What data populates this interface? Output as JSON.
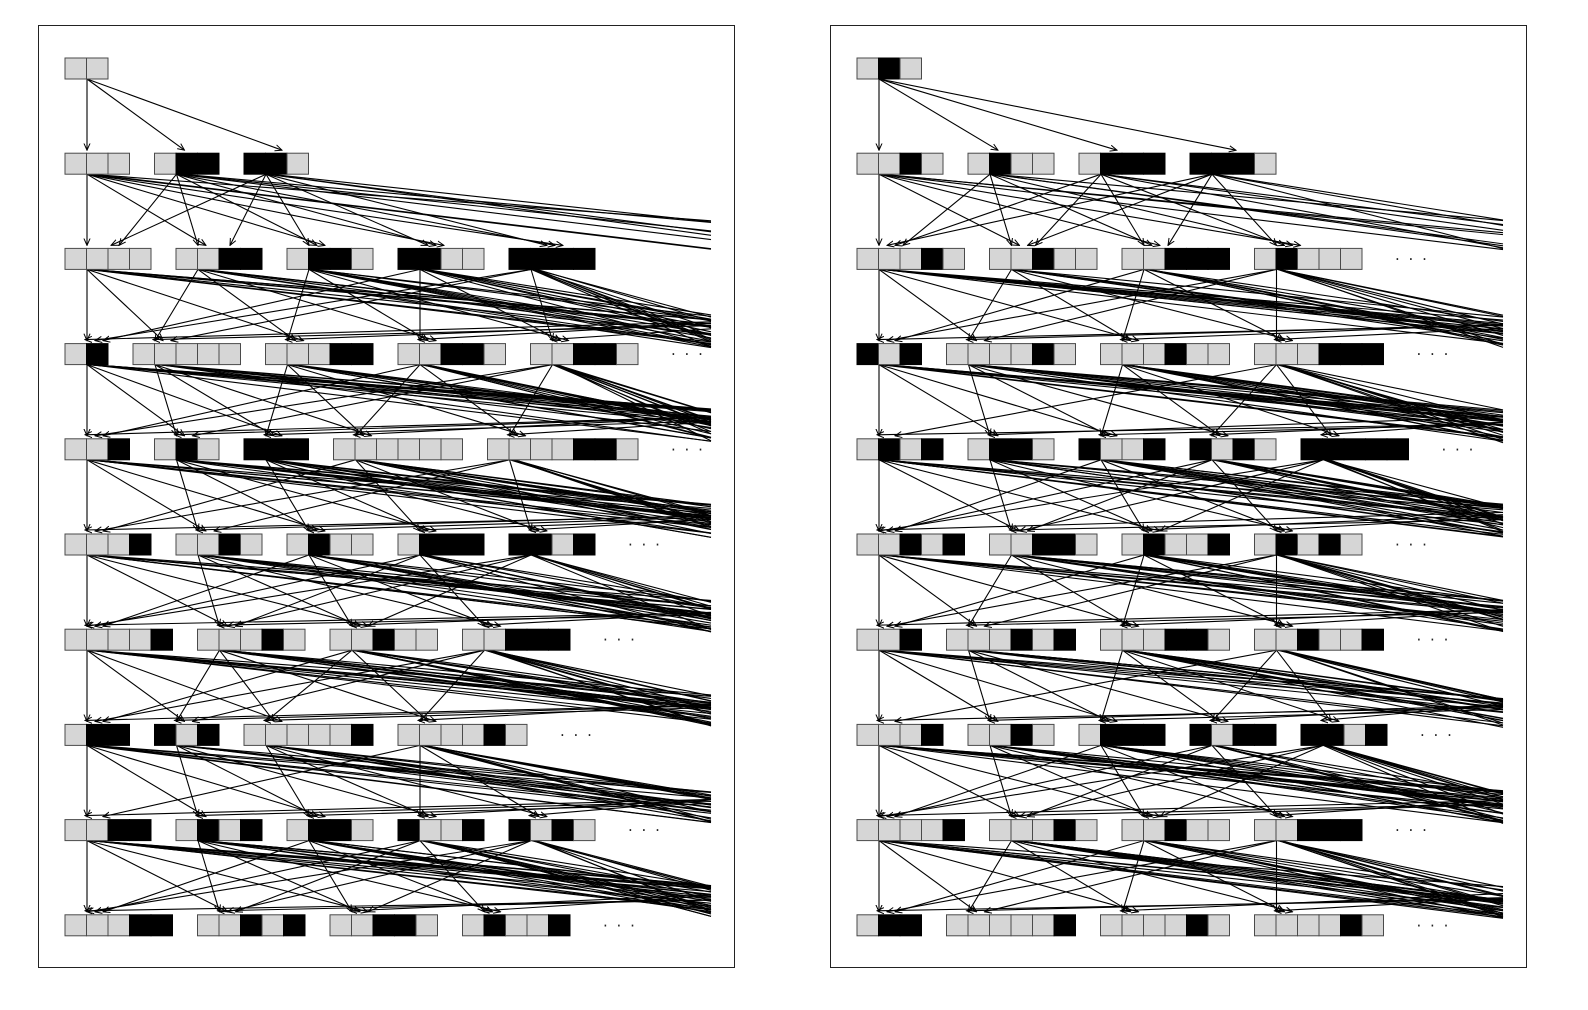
{
  "colors": {
    "empty_cell": "#d6d6d6",
    "filled_cell": "#000000",
    "edge": "#000000"
  },
  "panels": [
    {
      "id": "left",
      "levels": [
        {
          "strings": [
            "00"
          ],
          "more": false
        },
        {
          "strings": [
            "000",
            "011",
            "110"
          ],
          "more": false
        },
        {
          "strings": [
            "0000",
            "0011",
            "0110",
            "1100",
            "1111"
          ],
          "more": false
        },
        {
          "strings": [
            "01",
            "00000",
            "00011",
            "00110",
            "00110"
          ],
          "more": true
        },
        {
          "strings": [
            "001",
            "010",
            "111",
            "000000",
            "0000110"
          ],
          "more": true
        },
        {
          "strings": [
            "0001",
            "0010",
            "0100",
            "0111",
            "1101"
          ],
          "more": true
        },
        {
          "strings": [
            "00001",
            "00010",
            "00100",
            "00111"
          ],
          "more": true
        },
        {
          "strings": [
            "011",
            "101",
            "000001",
            "000010"
          ],
          "more": true
        },
        {
          "strings": [
            "0011",
            "0101",
            "0110",
            "1001",
            "1010"
          ],
          "more": true
        },
        {
          "strings": [
            "00011",
            "00101",
            "00110",
            "01001"
          ],
          "more": true
        }
      ],
      "ellipsis": "· · ·"
    },
    {
      "id": "right",
      "levels": [
        {
          "strings": [
            "010"
          ],
          "more": false
        },
        {
          "strings": [
            "0010",
            "0100",
            "0111",
            "1110"
          ],
          "more": false
        },
        {
          "strings": [
            "00010",
            "00100",
            "00111",
            "01000"
          ],
          "more": true
        },
        {
          "strings": [
            "101",
            "000010",
            "000100",
            "000111"
          ],
          "more": true
        },
        {
          "strings": [
            "0101",
            "0110",
            "1001",
            "1010",
            "11111"
          ],
          "more": true
        },
        {
          "strings": [
            "00101",
            "00110",
            "01001",
            "01010"
          ],
          "more": true
        },
        {
          "strings": [
            "001",
            "000101",
            "000110",
            "001001"
          ],
          "more": true
        },
        {
          "strings": [
            "0001",
            "0010",
            "0111",
            "1011",
            "1101"
          ],
          "more": true
        },
        {
          "strings": [
            "00001",
            "00010",
            "00100",
            "00111"
          ],
          "more": true
        },
        {
          "strings": [
            "011",
            "000001",
            "000010",
            "000010"
          ],
          "more": true
        }
      ],
      "ellipsis": "· · ·"
    }
  ]
}
